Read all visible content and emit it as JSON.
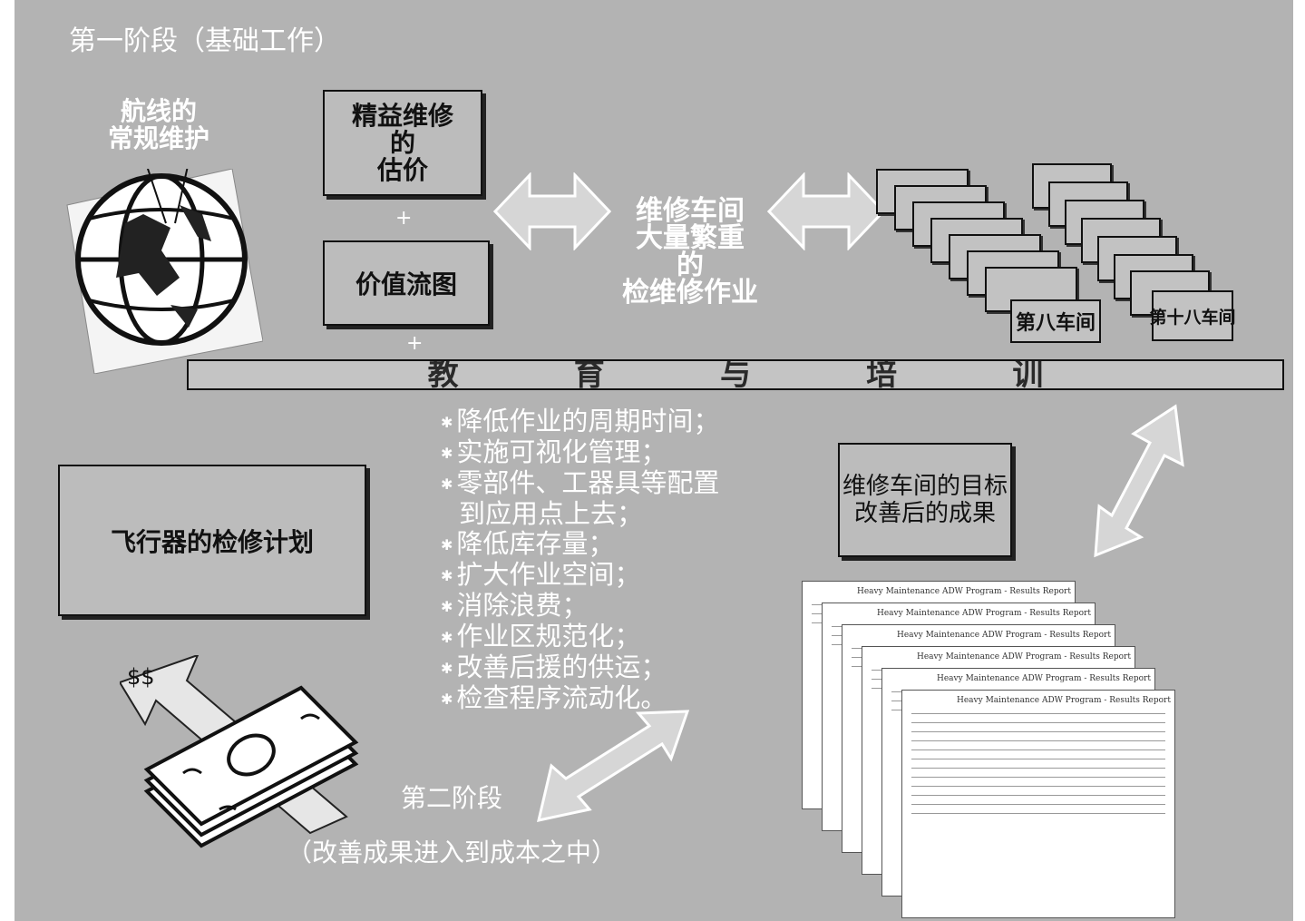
{
  "phase1": "第一阶段（基础工作）",
  "route_maintenance": "航线的\n常规维护",
  "lean_estimate": "精益维修\n的\n估价",
  "value_stream": "价值流图",
  "plus": "+",
  "heavy_maintenance": "维修车间\n大量繁重\n的\n检维修作业",
  "workshop_8": "第八车间",
  "workshop_18": "第十八车间",
  "training_bar": [
    "教",
    "育",
    "与",
    "培",
    "训"
  ],
  "improvements": [
    "降低作业的周期时间；",
    "实施可视化管理；",
    "零部件、工器具等配置",
    "到应用点上去；",
    "降低库存量；",
    "扩大作业空间；",
    "消除浪费；",
    "作业区规范化；",
    "改善后援的供运；",
    "检查程序流动化。"
  ],
  "aircraft_plan": "飞行器的检修计划",
  "goal_box": "维修车间的目标\n改善后的成果",
  "money_label": "$$",
  "phase2": "第二阶段",
  "phase2_sub": "（改善成果进入到成本之中）",
  "icons": {
    "globe": "globe-icon",
    "money": "money-icon",
    "documents": "documents-icon"
  }
}
